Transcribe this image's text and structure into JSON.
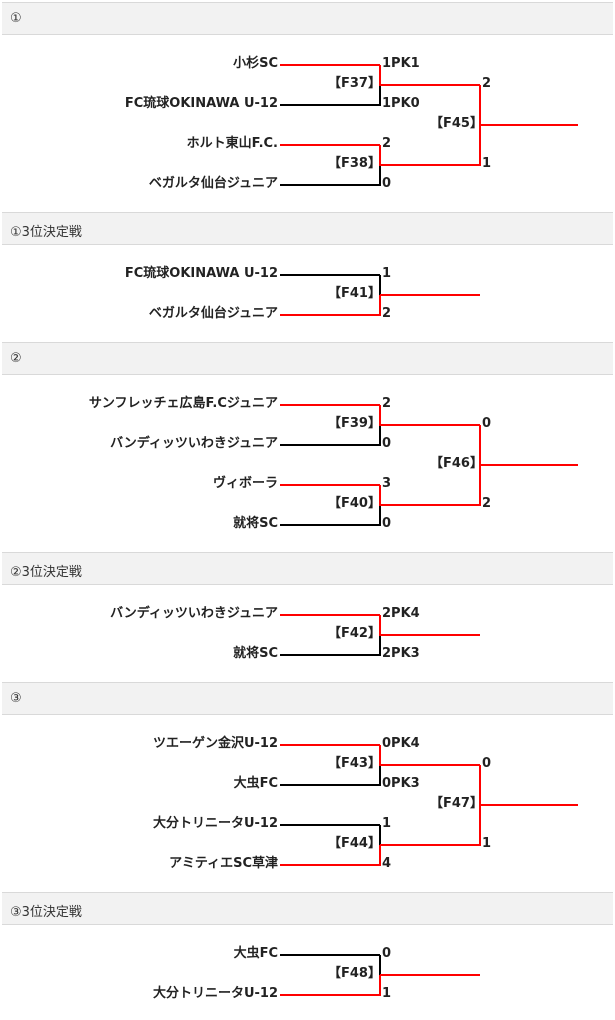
{
  "sections": [
    {
      "title": "①",
      "kind": "bracket4"
    },
    {
      "title": "①3位決定戦",
      "kind": "bracket2"
    },
    {
      "title": "②",
      "kind": "bracket4"
    },
    {
      "title": "②3位決定戦",
      "kind": "bracket2"
    },
    {
      "title": "③",
      "kind": "bracket4"
    },
    {
      "title": "③3位決定戦",
      "kind": "bracket2"
    }
  ],
  "brackets": [
    {
      "teams": [
        "小杉SC",
        "FC琉球OKINAWA U-12",
        "ホルト東山F.C.",
        "ベガルタ仙台ジュニア"
      ],
      "semi_scores": [
        "1PK1",
        "1PK0",
        "2",
        "0"
      ],
      "semi_matches": [
        "【F37】",
        "【F38】"
      ],
      "final_scores": [
        "2",
        "1"
      ],
      "final_match": "【F45】",
      "winners": [
        0,
        2
      ],
      "final_winner": 0
    },
    {
      "teams": [
        "FC琉球OKINAWA U-12",
        "ベガルタ仙台ジュニア"
      ],
      "scores": [
        "1",
        "2"
      ],
      "match": "【F41】",
      "winner": 1
    },
    {
      "teams": [
        "サンフレッチェ広島F.Cジュニア",
        "バンディッツいわきジュニア",
        "ヴィボーラ",
        "就将SC"
      ],
      "semi_scores": [
        "2",
        "0",
        "3",
        "0"
      ],
      "semi_matches": [
        "【F39】",
        "【F40】"
      ],
      "final_scores": [
        "0",
        "2"
      ],
      "final_match": "【F46】",
      "winners": [
        0,
        2
      ],
      "final_winner": 1
    },
    {
      "teams": [
        "バンディッツいわきジュニア",
        "就将SC"
      ],
      "scores": [
        "2PK4",
        "2PK3"
      ],
      "match": "【F42】",
      "winner": 0
    },
    {
      "teams": [
        "ツエーゲン金沢U-12",
        "大虫FC",
        "大分トリニータU-12",
        "アミティエSC草津"
      ],
      "semi_scores": [
        "0PK4",
        "0PK3",
        "1",
        "4"
      ],
      "semi_matches": [
        "【F43】",
        "【F44】"
      ],
      "final_scores": [
        "0",
        "1"
      ],
      "final_match": "【F47】",
      "winners": [
        0,
        3
      ],
      "final_winner": 1
    },
    {
      "teams": [
        "大虫FC",
        "大分トリニータU-12"
      ],
      "scores": [
        "0",
        "1"
      ],
      "match": "【F48】",
      "winner": 1
    }
  ],
  "colors": {
    "winner_line": "#ff0000",
    "loser_line": "#000000",
    "header_bg": "#f2f2f2"
  }
}
